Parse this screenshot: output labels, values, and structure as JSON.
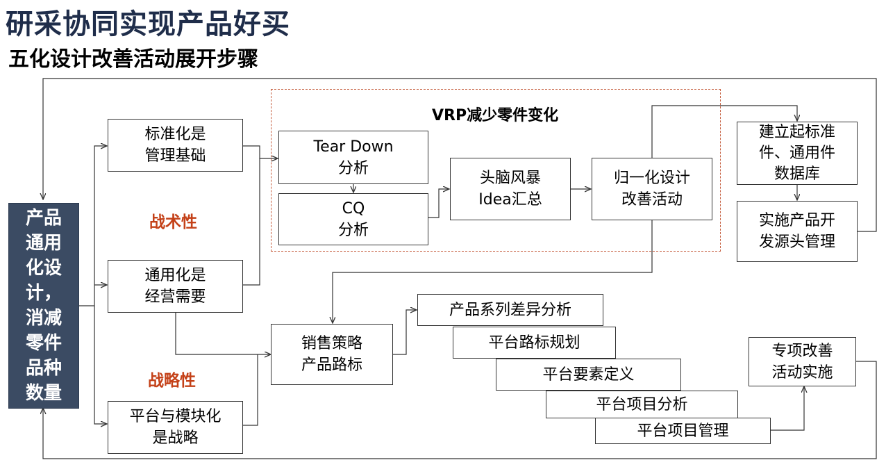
{
  "header": {
    "title": "研采协同实现产品好买",
    "subtitle": "五化设计改善活动展开步骤"
  },
  "left_goal": "产品\n通用\n化设\n计，\n消减\n零件\n品种\n数量",
  "pillars": {
    "standardization": "标准化是\n管理基础",
    "generalization": "通用化是\n经营需要",
    "platform": "平台与模块化\n是战略"
  },
  "tags": {
    "tactical": "战术性",
    "strategic": "战略性"
  },
  "vrp": {
    "label": "VRP减少零件变化",
    "teardown": "Tear Down\n分析",
    "cq": "CQ\n分析",
    "brainstorm": "头脑风暴\nIdea汇总",
    "normalize": "归一化设计\n改善活动"
  },
  "right_column": {
    "database": "建立起标准\n件、通用件\n数据库",
    "implement": "实施产品开\n发源头管理"
  },
  "sales": "销售策略\n产品路标",
  "stairs": [
    "产品系列差异分析",
    "平台路标规划",
    "平台要素定义",
    "平台项目分析",
    "平台项目管理"
  ],
  "special": "专项改善\n活动实施",
  "colors": {
    "title": "#1f2d4a",
    "goal_fill": "#3b4b63",
    "tag": "#c44118",
    "vrp_frame": "#c45a3a"
  }
}
